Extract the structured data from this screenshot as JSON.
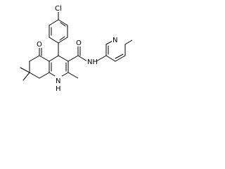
{
  "structure": {
    "atoms": {
      "chlorine": "Cl",
      "ketone_oxygen": "O",
      "amide_oxygen": "O",
      "amide_nitrogen": "NH",
      "ring_nitrogen": "H",
      "ring_nitrogen_letter": "N",
      "pyridine_nitrogen": "N"
    }
  }
}
